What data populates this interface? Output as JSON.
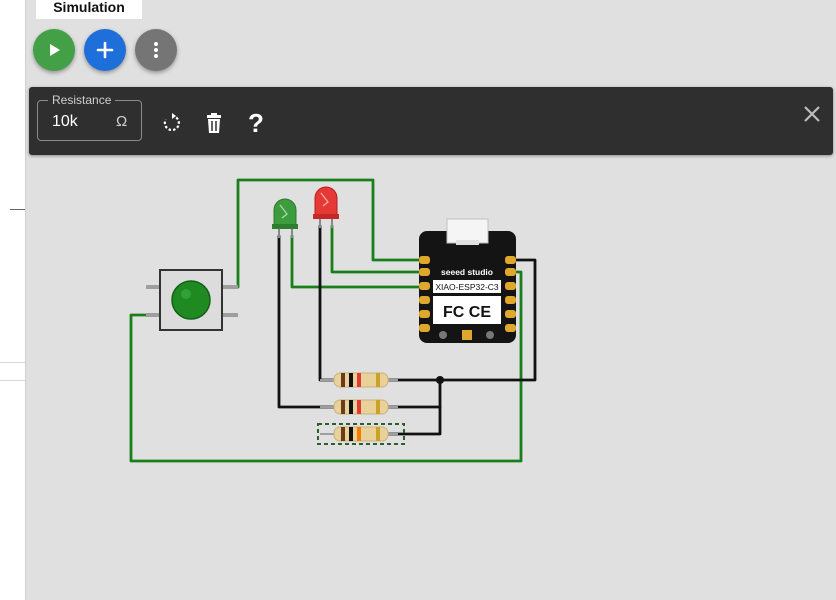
{
  "tab": {
    "label": "Simulation"
  },
  "toolbar": {
    "resistance_label": "Resistance",
    "resistance_value": "10k",
    "resistance_unit": "Ω",
    "help_label": "?"
  },
  "board": {
    "brand": "seeed studio",
    "model": "XIAO-ESP32-C3",
    "cert": "FC CE"
  },
  "colors": {
    "play": "#43a047",
    "add": "#1e6fd9",
    "more": "#757575",
    "wire_green": "#1a7f1a",
    "wire_black": "#111111"
  }
}
